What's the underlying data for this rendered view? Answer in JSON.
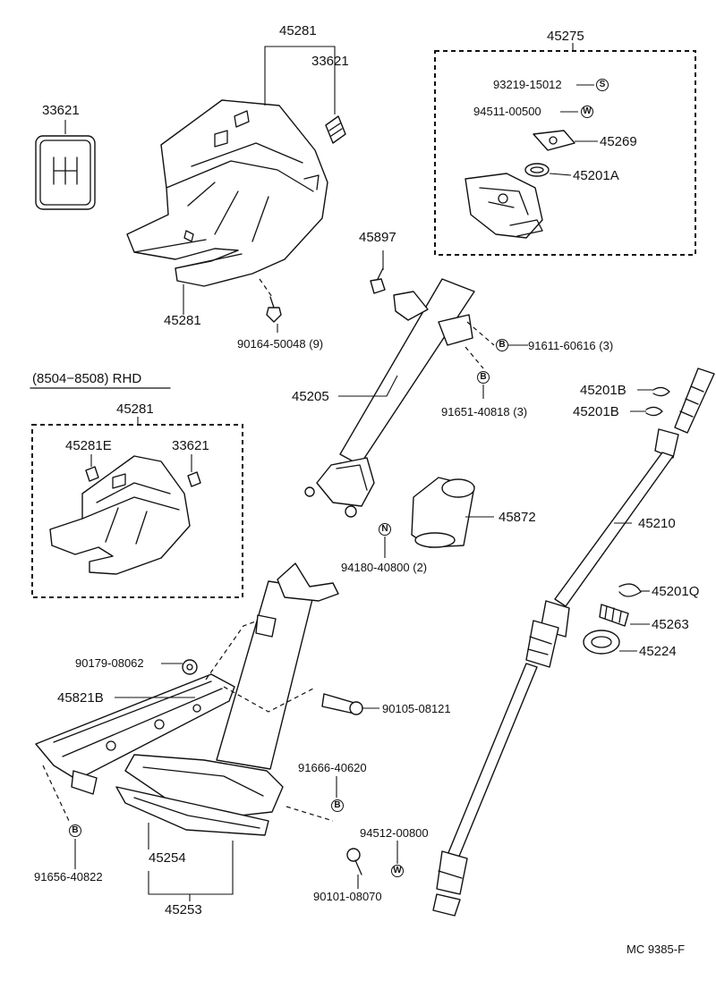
{
  "labels": {
    "l45281_top": "45281",
    "l33621_top": "33621",
    "l33621_left": "33621",
    "l45281_bottom": "45281",
    "l90164": "90164-50048 (9)",
    "l45275": "45275",
    "l93219": "93219-15012",
    "l94511": "94511-00500",
    "l45269": "45269",
    "l45201A": "45201A",
    "l45897": "45897",
    "l91611": "91611-60616 (3)",
    "l91651": "91651-40818 (3)",
    "l45205": "45205",
    "l45201B_1": "45201B",
    "l45201B_2": "45201B",
    "l45210": "45210",
    "rhd_note": "(8504−8508) RHD",
    "l45281_rhd": "45281",
    "l45281E": "45281E",
    "l33621_rhd": "33621",
    "l45872": "45872",
    "l94180": "94180-40800 (2)",
    "l45201Q": "45201Q",
    "l45263": "45263",
    "l45224": "45224",
    "l90179": "90179-08062",
    "l45821B": "45821B",
    "l90105": "90105-08121",
    "l91666": "91666-40620",
    "l94512": "94512-00800",
    "l45254": "45254",
    "l91656": "91656-40822",
    "l90101": "90101-08070",
    "l45253": "45253",
    "diagram_code": "MC 9385-F"
  },
  "markers": {
    "s": "S",
    "w1": "W",
    "b1": "B",
    "b2": "B",
    "n": "N",
    "b3": "B",
    "w2": "W",
    "b4": "B"
  }
}
